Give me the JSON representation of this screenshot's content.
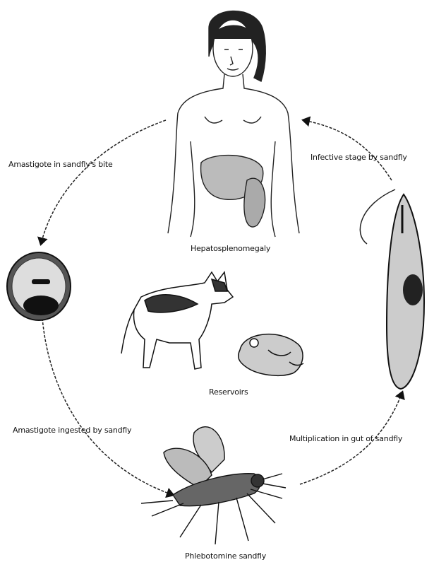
{
  "labels": {
    "host_stage": "Amastigote in sandfly's bite",
    "human_caption": "Hepatosplenomegaly",
    "infective_stage": "Infective stage by sandfly",
    "reservoir": "Reservoirs",
    "sandfly_ingests": "Amastigote ingested by sandfly",
    "multiplication": "Multiplication in gut of sandfly",
    "vector": "Phlebotomine sandfly"
  },
  "icons": {
    "human": "human-figure-icon",
    "amastigote": "amastigote-cell-icon",
    "promastigote": "promastigote-cell-icon",
    "dog": "dog-icon",
    "rodent": "rodent-icon",
    "sandfly": "sandfly-icon"
  }
}
